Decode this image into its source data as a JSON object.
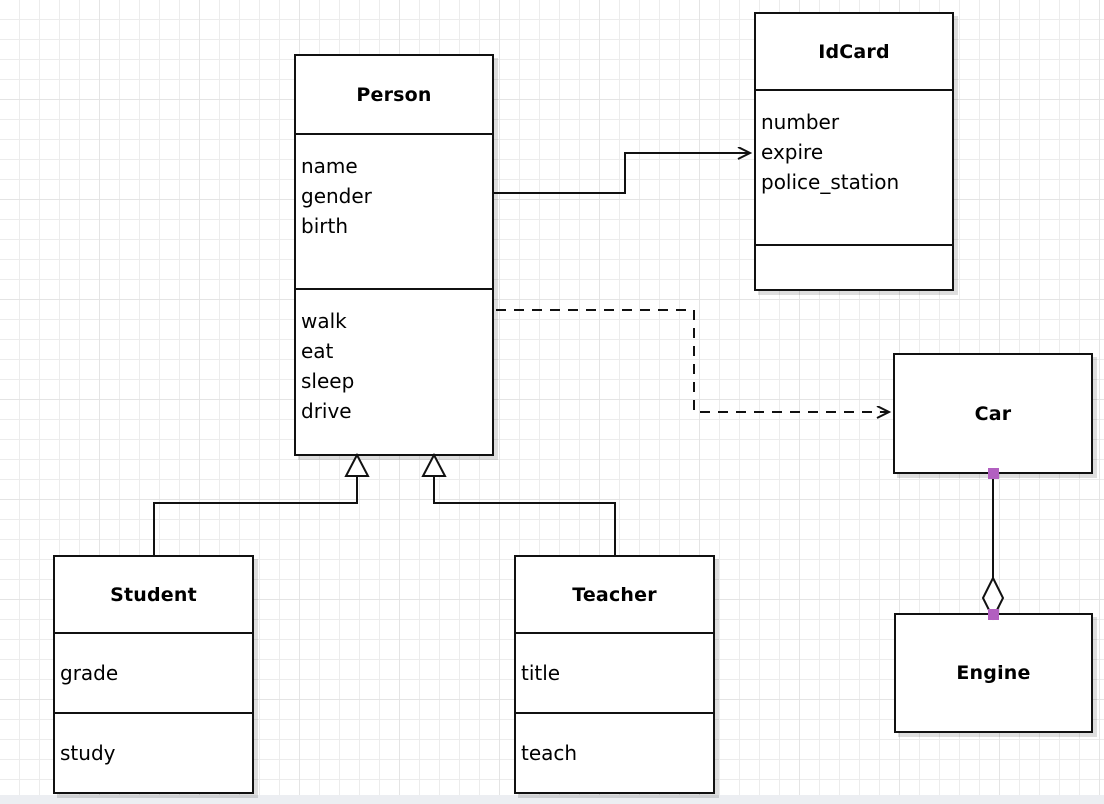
{
  "diagram": {
    "type": "uml-class-diagram",
    "background": {
      "grid": true,
      "grid_color": "#ececec",
      "page_color": "#ffffff"
    },
    "selection_handle_color": "#b25fc0"
  },
  "classes": {
    "person": {
      "name": "Person",
      "attributes": [
        "name",
        "gender",
        "birth"
      ],
      "operations": [
        "walk",
        "eat",
        "sleep",
        "drive"
      ]
    },
    "idcard": {
      "name": "IdCard",
      "attributes": [
        "number",
        "expire",
        "police_station"
      ],
      "operations": []
    },
    "student": {
      "name": "Student",
      "attributes": [
        "grade"
      ],
      "operations": [
        "study"
      ]
    },
    "teacher": {
      "name": "Teacher",
      "attributes": [
        "title"
      ],
      "operations": [
        "teach"
      ]
    },
    "car": {
      "name": "Car",
      "attributes": [],
      "operations": []
    },
    "engine": {
      "name": "Engine",
      "attributes": [],
      "operations": []
    }
  },
  "relationships": [
    {
      "kind": "association",
      "from": "Person",
      "to": "IdCard",
      "line": "solid",
      "arrow": "open"
    },
    {
      "kind": "dependency",
      "from": "Person",
      "to": "Car",
      "line": "dashed",
      "arrow": "open"
    },
    {
      "kind": "generalization",
      "from": "Student",
      "to": "Person",
      "line": "solid",
      "arrow": "hollow-triangle"
    },
    {
      "kind": "generalization",
      "from": "Teacher",
      "to": "Person",
      "line": "solid",
      "arrow": "hollow-triangle"
    },
    {
      "kind": "aggregation",
      "from": "Engine",
      "to": "Car",
      "line": "solid",
      "arrow": "hollow-diamond"
    }
  ]
}
